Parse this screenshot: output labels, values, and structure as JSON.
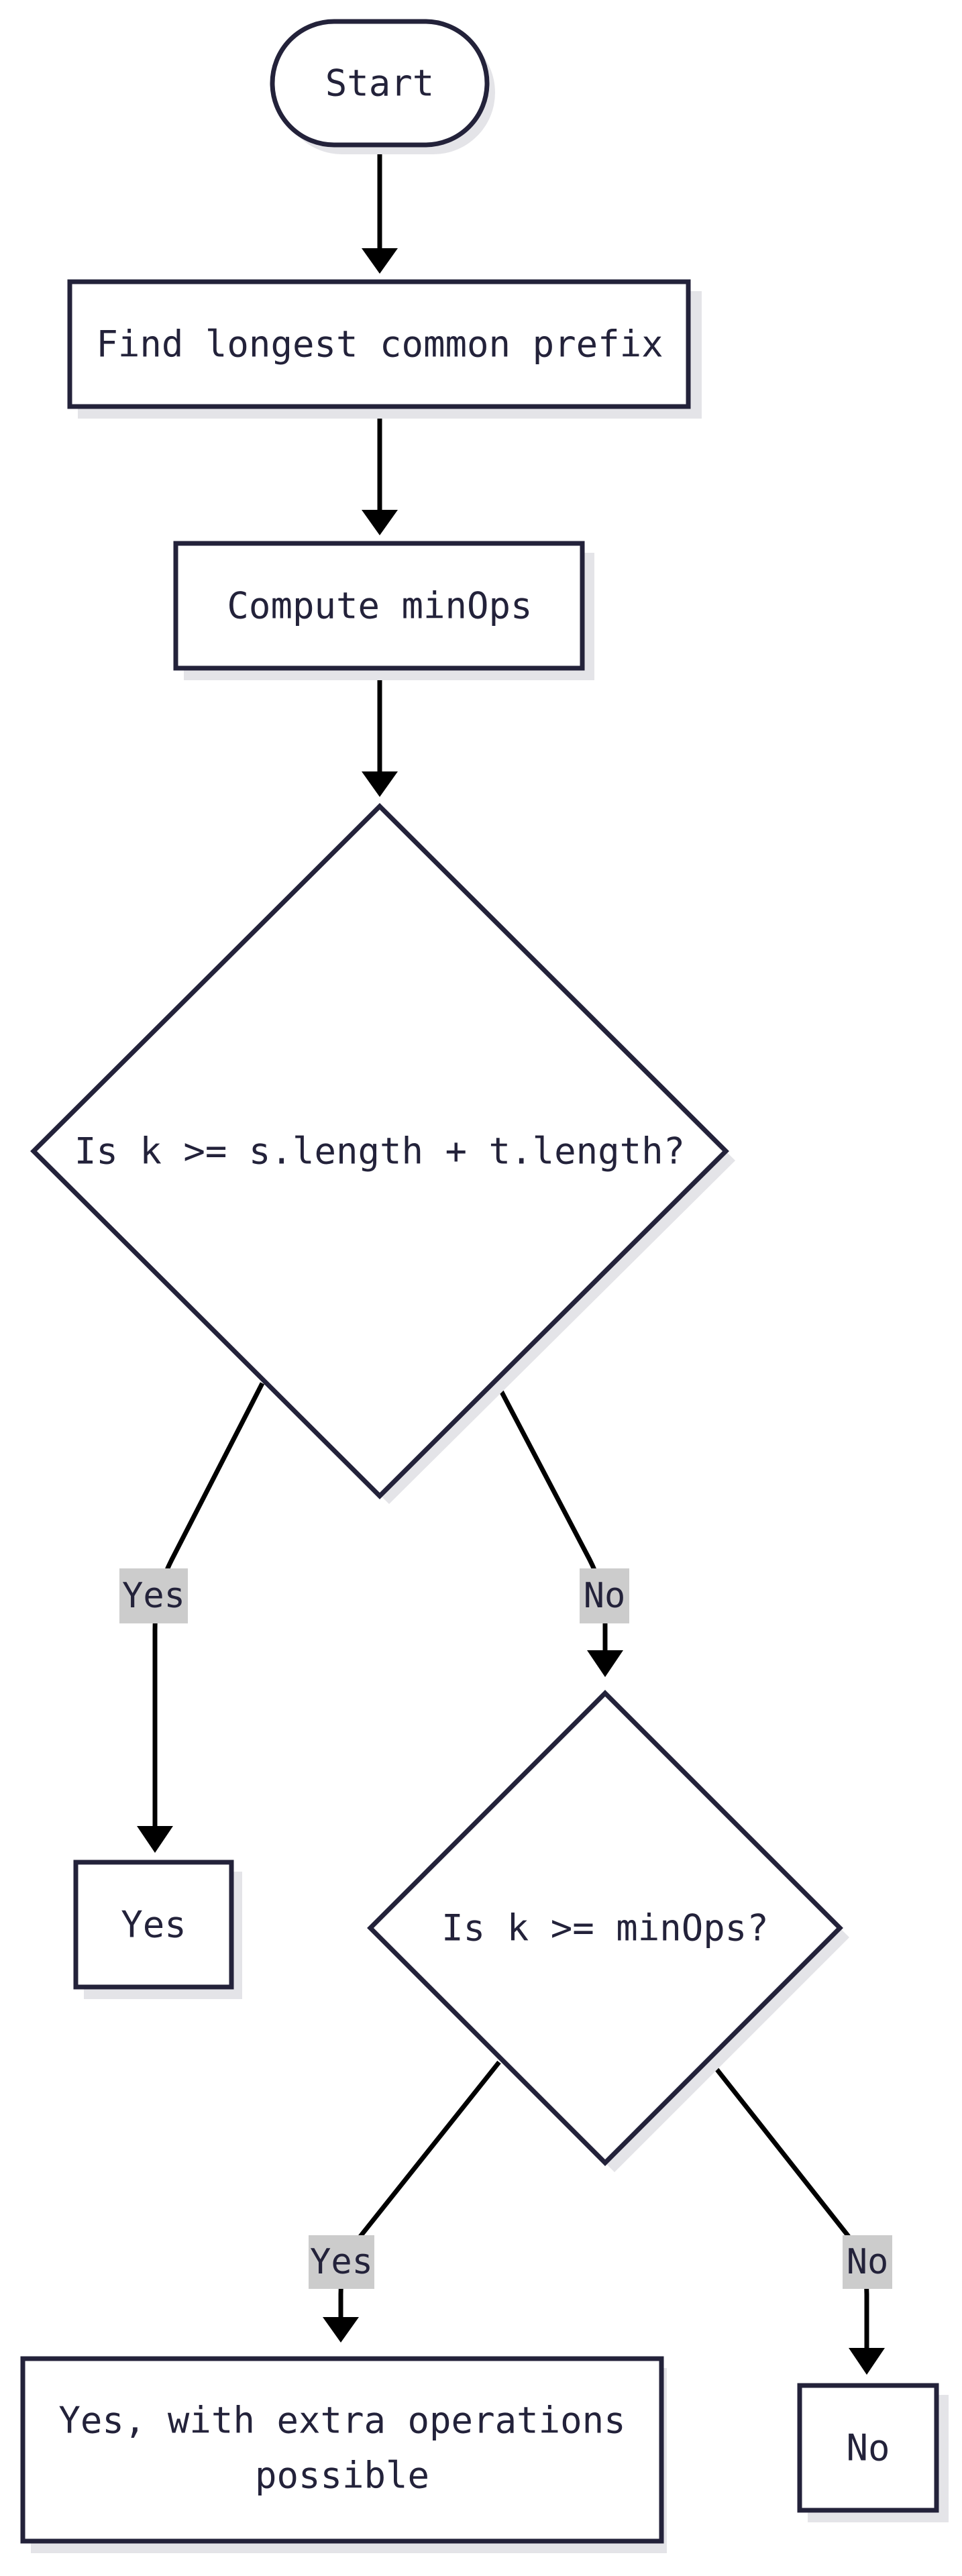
{
  "diagram": {
    "nodes": {
      "start": "Start",
      "prefix": "Find longest common prefix",
      "compute": "Compute minOps",
      "decision1": "Is k >= s.length + t.length?",
      "yes1": "Yes",
      "decision2": "Is k >= minOps?",
      "extra_line1": "Yes, with extra operations",
      "extra_line2": "possible",
      "no_final": "No"
    },
    "edges": {
      "d1_yes": "Yes",
      "d1_no": "No",
      "d2_yes": "Yes",
      "d2_no": "No"
    },
    "colors": {
      "node_stroke": "#23223a",
      "node_fill": "#ffffff",
      "edge_stroke": "#000000",
      "edge_label_bg": "#cccccc",
      "shadow": "#e4e4e8"
    }
  }
}
